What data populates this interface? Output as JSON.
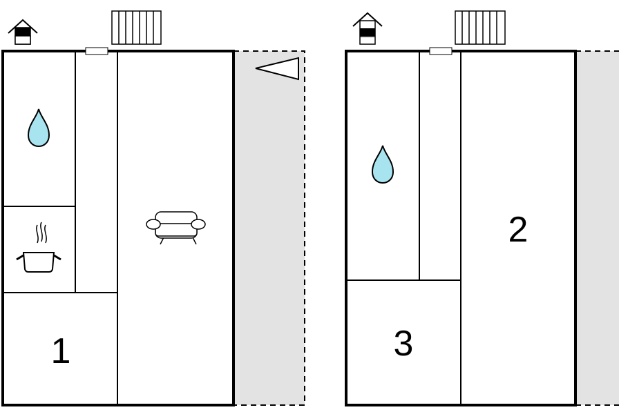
{
  "floors": [
    {
      "icons": [
        "house-ground-floor-icon",
        "radiator-icon",
        "window-icon",
        "water-drop-icon",
        "cooking-pot-icon",
        "sofa-icon",
        "terrace-triangle-icon"
      ],
      "rooms": [
        {
          "number": "1"
        }
      ]
    },
    {
      "icons": [
        "house-upper-floor-icon",
        "radiator-icon",
        "window-icon",
        "water-drop-icon"
      ],
      "rooms": [
        {
          "number": "2"
        },
        {
          "number": "3"
        }
      ]
    }
  ],
  "colors": {
    "wall": "#000000",
    "terrace": "#e3e3e3",
    "water": "#a8e4f0"
  }
}
